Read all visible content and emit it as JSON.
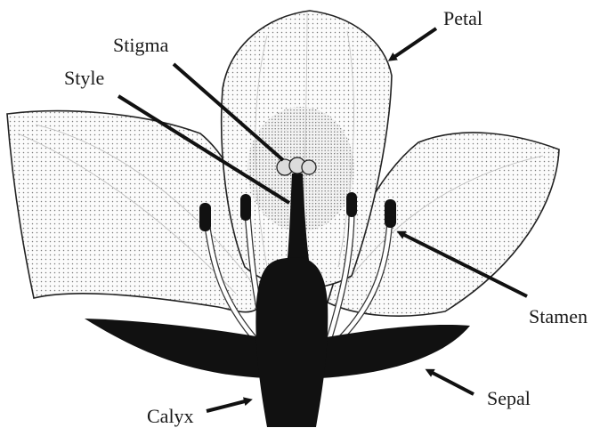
{
  "labels": {
    "petal": "Petal",
    "stigma": "Stigma",
    "style": "Style",
    "stamen": "Stamen",
    "sepal": "Sepal",
    "calyx": "Calyx"
  },
  "colors": {
    "ink": "#111111",
    "petal_fill": "#f7f7f7",
    "stipple": "#777777",
    "background": "#ffffff"
  }
}
